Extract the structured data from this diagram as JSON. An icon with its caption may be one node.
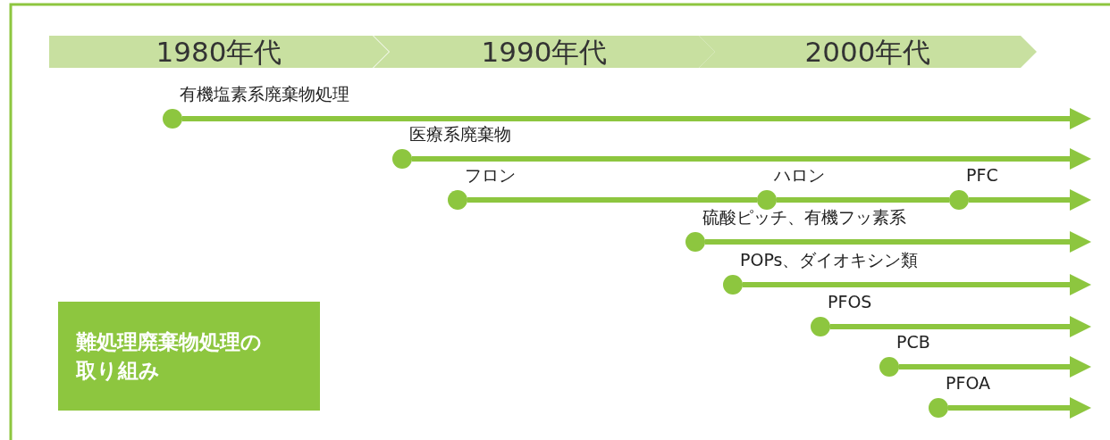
{
  "diagram": {
    "nodes": [
      {
        "text": [
          "1980年代"
        ]
      },
      {
        "text": [
          "1990年代"
        ]
      },
      {
        "text": [
          "2000年代"
        ]
      },
      {
        "text": [],
        "shape": "circle",
        "beside": [
          "有機塩素系廃棄物処理"
        ]
      },
      {
        "text": [],
        "shape": "circle",
        "beside": [
          "医療系廃棄物"
        ]
      },
      {
        "text": [],
        "shape": "circle",
        "beside": [
          "フロン"
        ]
      },
      {
        "text": [],
        "shape": "circle",
        "beside": [
          "ハロン"
        ]
      },
      {
        "text": [],
        "shape": "circle",
        "beside": [
          "PFC"
        ]
      },
      {
        "text": [],
        "shape": "circle",
        "beside": [
          "硫酸ピッチ、有機フッ素系"
        ]
      },
      {
        "text": [],
        "shape": "circle",
        "beside": [
          "POPs、ダイオキシン類"
        ]
      },
      {
        "text": [],
        "shape": "circle",
        "beside": [
          "PFOS"
        ]
      },
      {
        "text": [],
        "shape": "circle",
        "beside": [
          "PCB"
        ]
      },
      {
        "text": [],
        "shape": "circle",
        "beside": [
          "PFOA"
        ]
      },
      {
        "text": [
          "難処理廃棄物処理の取り組み"
        ]
      }
    ],
    "edges": [
      {
        "from": 3,
        "to": null,
        "arrow": "to"
      },
      {
        "from": 4,
        "to": null,
        "arrow": "to"
      },
      {
        "from": 5,
        "to": 6,
        "arrow": "none"
      },
      {
        "from": 6,
        "to": 7,
        "arrow": "none"
      },
      {
        "from": 7,
        "to": null,
        "arrow": "to"
      },
      {
        "from": 8,
        "to": null,
        "arrow": "to"
      },
      {
        "from": 9,
        "to": null,
        "arrow": "to"
      },
      {
        "from": 10,
        "to": null,
        "arrow": "to"
      },
      {
        "from": 11,
        "to": null,
        "arrow": "to"
      },
      {
        "from": 12,
        "to": null,
        "arrow": "to"
      }
    ]
  }
}
